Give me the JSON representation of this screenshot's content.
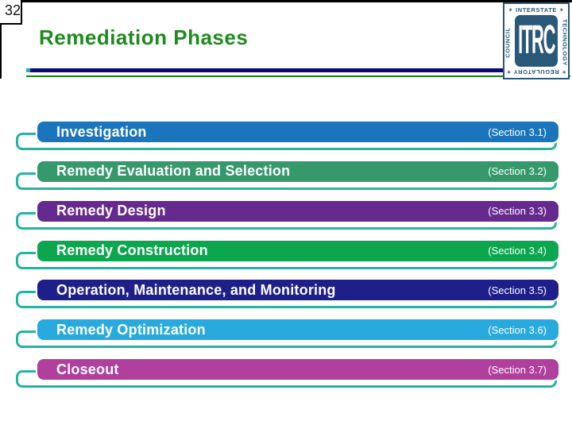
{
  "slide": {
    "page_number": "32",
    "title": "Remediation Phases"
  },
  "logo": {
    "top": "✶ INTERSTATE ✶",
    "right": "TECHNOLOGY",
    "bottom": "✶ REGULATORY ✶",
    "left": "COUNCIL",
    "center": "ITRC"
  },
  "phases": [
    {
      "label": "Investigation",
      "section": "(Section 3.1)",
      "color": "#1B75BC"
    },
    {
      "label": "Remedy Evaluation and Selection",
      "section": "(Section 3.2)",
      "color": "#35996B"
    },
    {
      "label": "Remedy Design",
      "section": "(Section 3.3)",
      "color": "#66298E"
    },
    {
      "label": "Remedy Construction",
      "section": "(Section 3.4)",
      "color": "#0CA64F"
    },
    {
      "label": "Operation, Maintenance, and Monitoring",
      "section": "(Section 3.5)",
      "color": "#1F1F8B"
    },
    {
      "label": "Remedy Optimization",
      "section": "(Section 3.6)",
      "color": "#29AADF"
    },
    {
      "label": "Closeout",
      "section": "(Section 3.7)",
      "color": "#B13F9D"
    }
  ],
  "colors": {
    "bracket_teal": "#26B3A2",
    "rule_navy": "#0A0A80",
    "rule_green": "#1B791B",
    "title_green": "#1E8A1E",
    "logo_navy": "#2A5878"
  }
}
